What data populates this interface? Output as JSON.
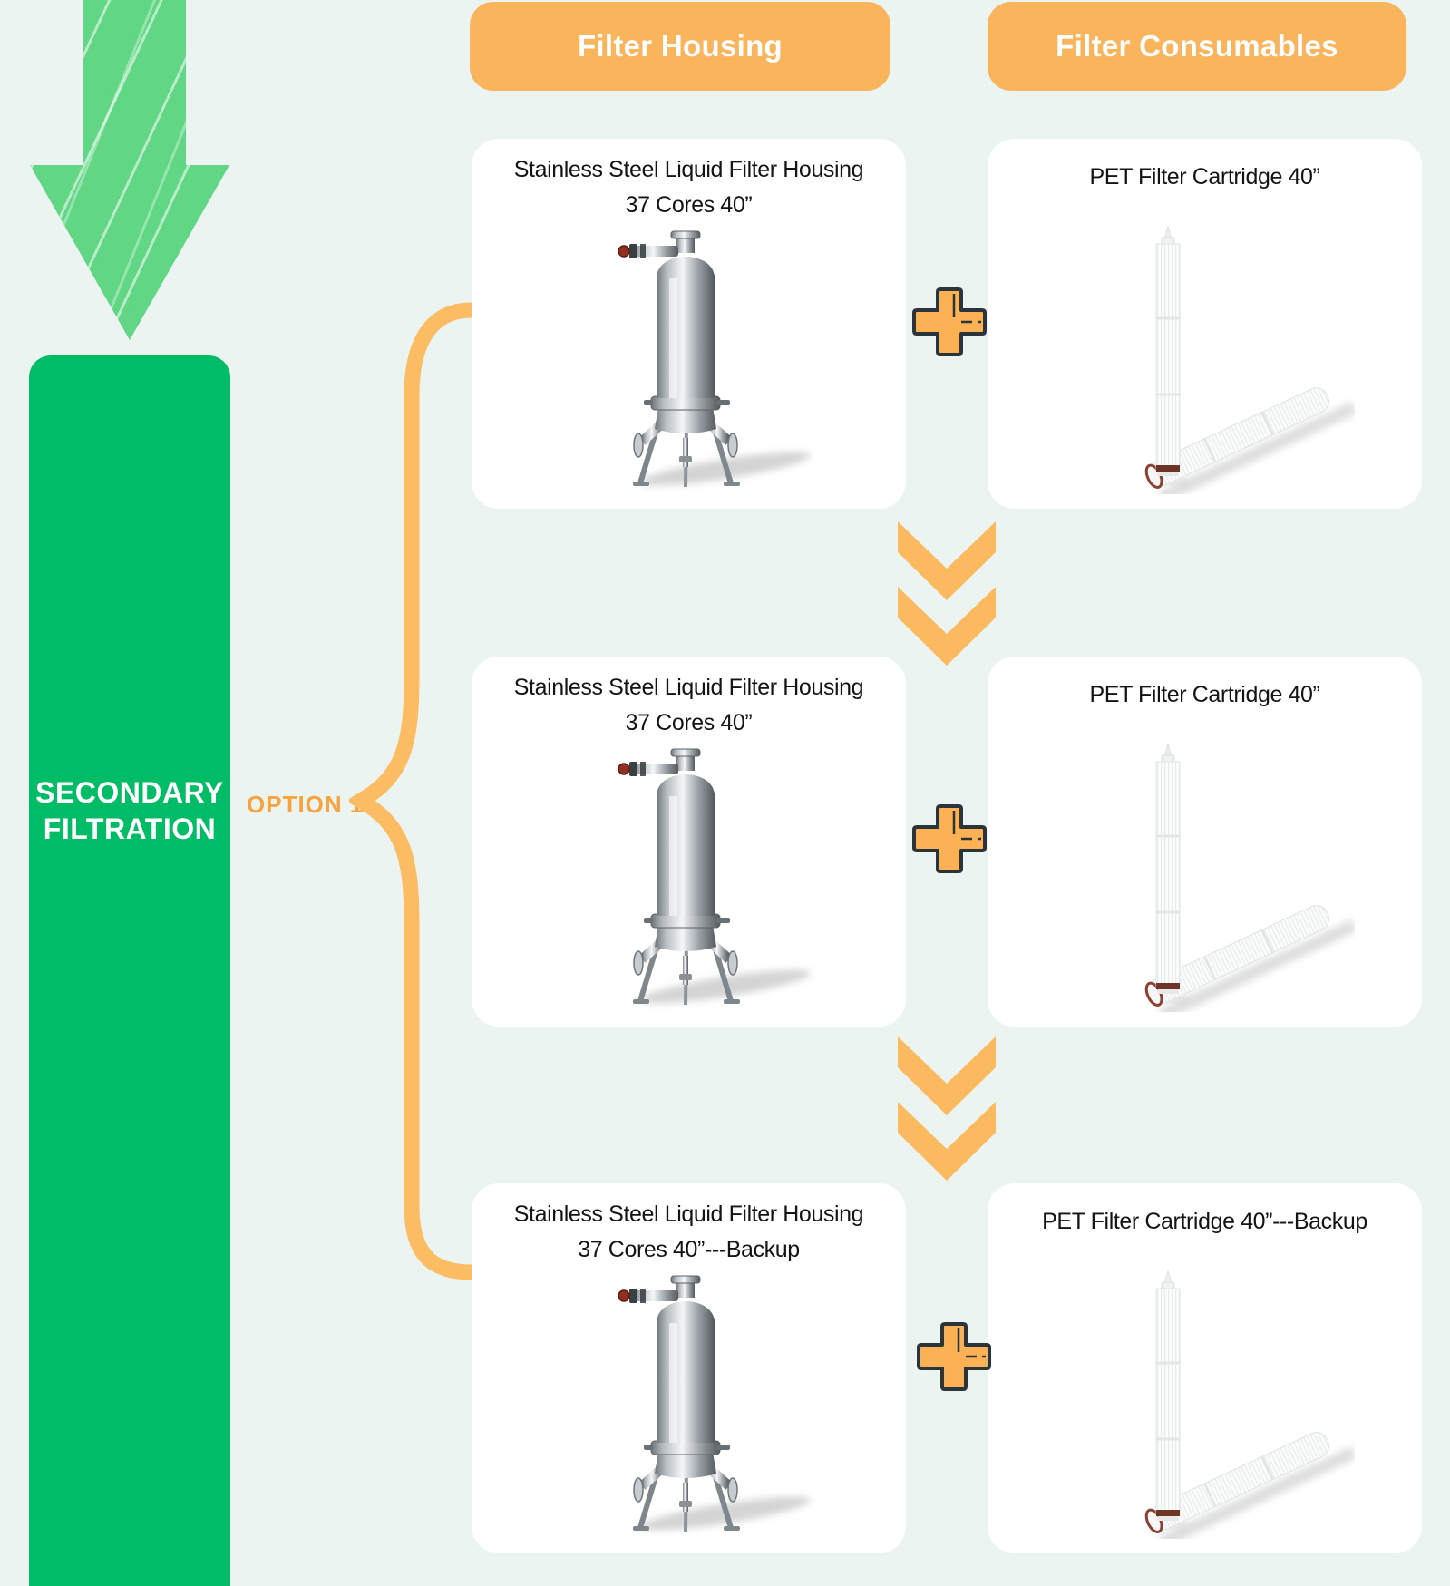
{
  "palette": {
    "background": "#EBF4F1",
    "stage_bar_green": "#00BC66",
    "grunge_arrow_green": "#61D685",
    "accent_orange": "#F9B45C",
    "plus_fill": "#FCB154",
    "plus_outline": "#2B333B",
    "chevron_orange": "#FBBA60",
    "brace_orange": "#FBBC63",
    "option_label_orange": "#F5A43F",
    "card_white": "#FFFFFF",
    "title_text": "#141414"
  },
  "flow": {
    "stage_label_line1": "SECONDARY",
    "stage_label_line2": "FILTRATION",
    "option_label": "OPTION 1"
  },
  "columns": {
    "housing_header": "Filter Housing",
    "consumables_header": "Filter Consumables"
  },
  "rows": [
    {
      "housing_title_line1": "Stainless Steel Liquid Filter Housing",
      "housing_title_line2": "37 Cores 40”",
      "consumable_title": "PET Filter Cartridge 40”"
    },
    {
      "housing_title_line1": "Stainless Steel Liquid Filter Housing",
      "housing_title_line2": "37 Cores 40”",
      "consumable_title": "PET Filter Cartridge 40”"
    },
    {
      "housing_title_line1": "Stainless Steel Liquid Filter Housing",
      "housing_title_line2": "37 Cores 40”---Backup",
      "consumable_title": "PET Filter Cartridge 40”---Backup"
    }
  ],
  "icons": {
    "grunge_arrow": "grunge-down-arrow-icon",
    "curly_brace": "curly-brace-icon",
    "plus": "plus-icon",
    "double_chevron": "double-chevron-down-icon",
    "housing_art": "filter-housing-illustration",
    "cartridge_art": "filter-cartridge-illustration"
  }
}
